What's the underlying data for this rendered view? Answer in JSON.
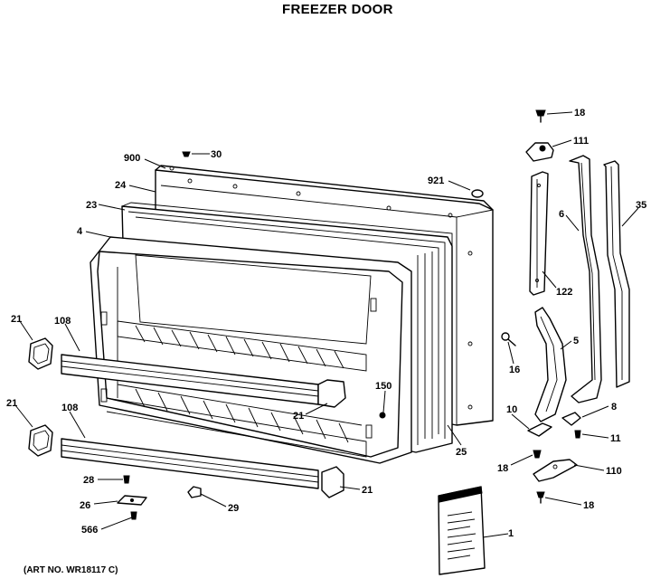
{
  "title": "FREEZER DOOR",
  "art_number": "(ART NO. WR18117 C)",
  "labels": {
    "l18a": "18",
    "l111": "111",
    "l30": "30",
    "l900": "900",
    "l921": "921",
    "l24": "24",
    "l6": "6",
    "l35": "35",
    "l23": "23",
    "l4": "4",
    "l122": "122",
    "l21a": "21",
    "l108a": "108",
    "l5": "5",
    "l16": "16",
    "l150": "150",
    "l21b": "21",
    "l21c": "21",
    "l10": "10",
    "l8": "8",
    "l108b": "108",
    "l11": "11",
    "l25": "25",
    "l18b": "18",
    "l110": "110",
    "l28": "28",
    "l21d": "21",
    "l26": "26",
    "l29": "29",
    "l18c": "18",
    "l566": "566",
    "l1": "1"
  }
}
